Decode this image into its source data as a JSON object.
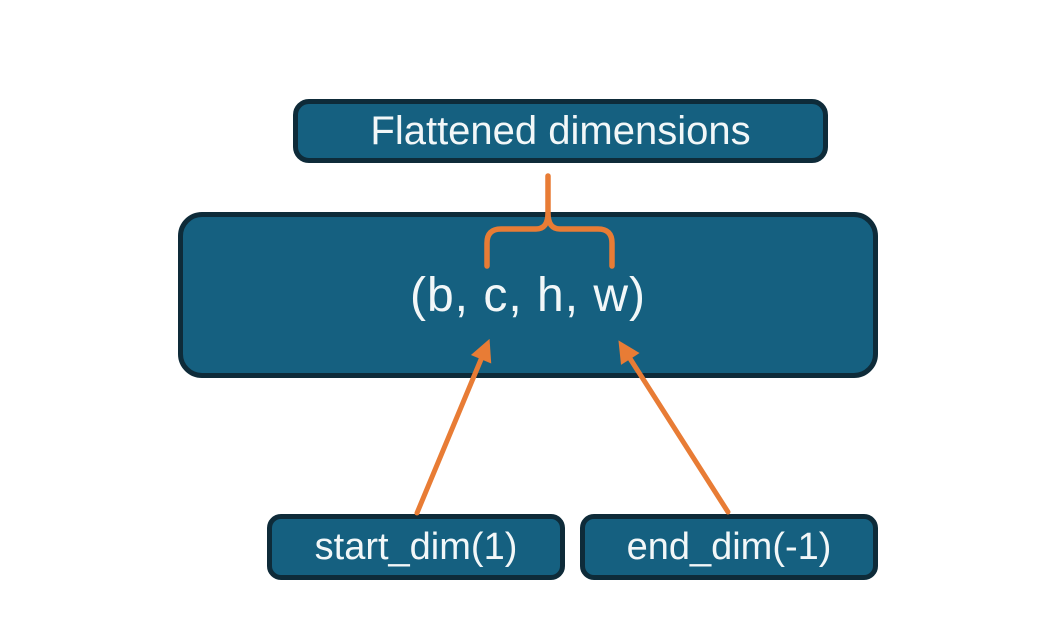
{
  "colors": {
    "background": "#ffffff",
    "node_fill": "#156080",
    "node_border": "#0e2b39",
    "node_text": "#f2f7f8",
    "connector": "#e87c35"
  },
  "nodes": {
    "flattened": {
      "label": "Flattened dimensions"
    },
    "tensor": {
      "label": "(b, c, h, w)"
    },
    "start_dim": {
      "label": "start_dim(1)"
    },
    "end_dim": {
      "label": "end_dim(-1)"
    }
  }
}
